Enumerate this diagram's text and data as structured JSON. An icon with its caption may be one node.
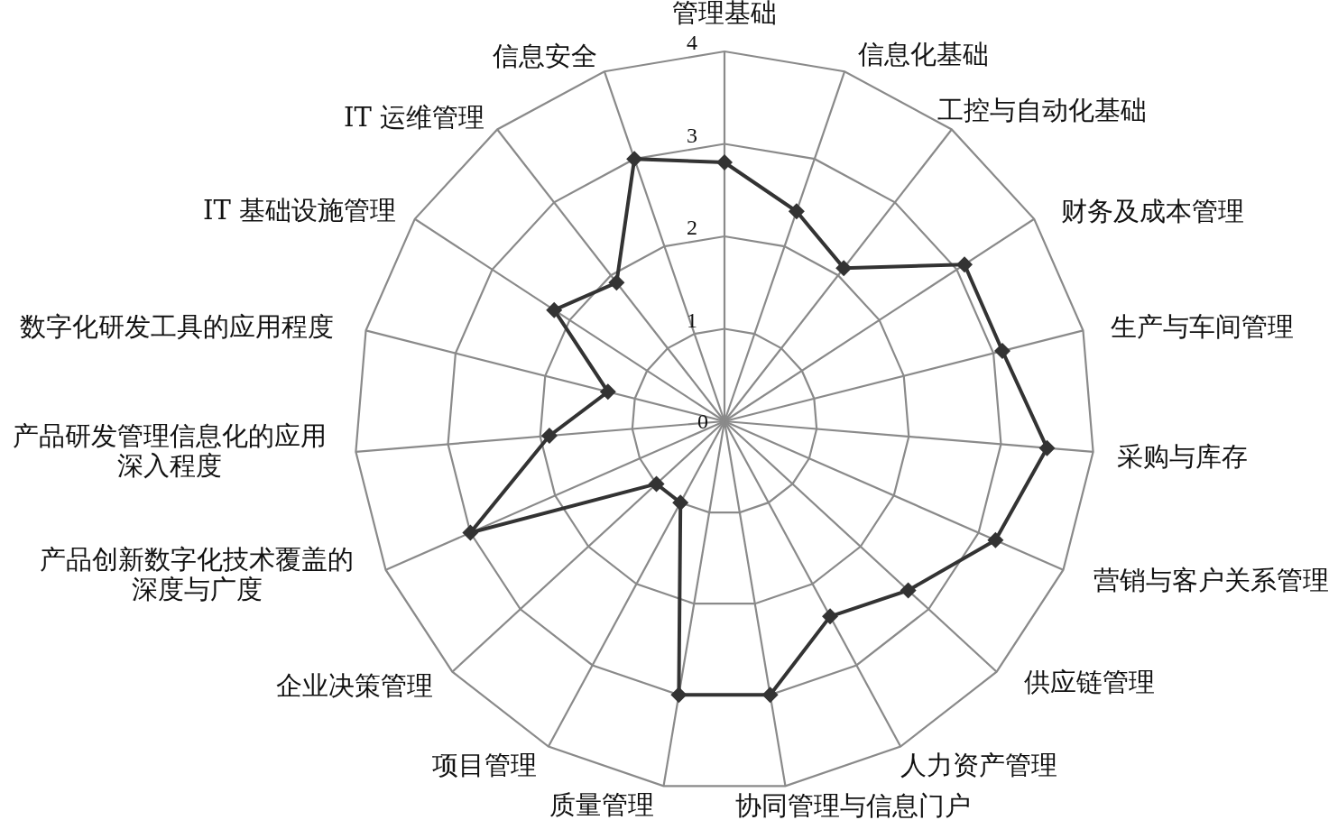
{
  "diagram": {
    "chart_data": {
      "type": "radar",
      "categories": [
        "管理基础",
        "信息化基础",
        "工控与自动化基础",
        "财务及成本管理",
        "生产与车间管理",
        "采购与库存",
        "营销与客户关系管理",
        "供应链管理",
        "人力资产管理",
        "协同管理与信息门户",
        "质量管理",
        "项目管理",
        "企业决策管理",
        "产品创新数字化技术覆盖的深度与广度",
        "产品研发管理信息化的应用深入程度",
        "数字化研发工具的应用程度",
        "IT 基础设施管理",
        "IT 运维管理",
        "信息安全"
      ],
      "ylim": [
        0,
        4
      ],
      "yticks": [
        0,
        1,
        2,
        3,
        4
      ],
      "series": [
        {
          "color": "#333333",
          "values": [
            2.8,
            2.4,
            2.1,
            3.1,
            3.1,
            3.5,
            3.2,
            2.7,
            2.4,
            3.0,
            3.0,
            1.0,
            1.0,
            3.0,
            1.9,
            1.3,
            2.2,
            1.9,
            3.0
          ]
        }
      ]
    }
  }
}
